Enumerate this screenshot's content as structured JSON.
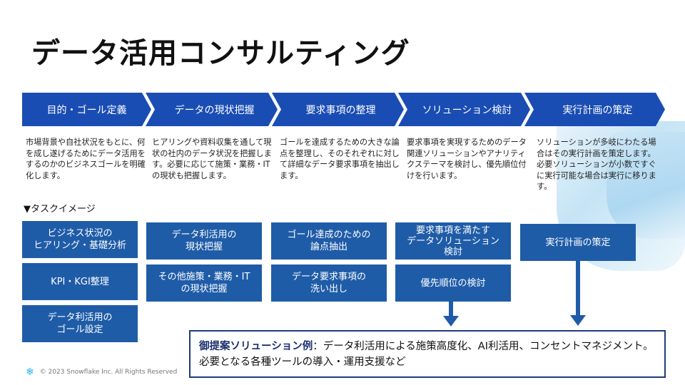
{
  "title": "データ活用コンサルティング",
  "steps": [
    {
      "label": "目的・ゴール定義",
      "description": "市場背景や自社状況をもとに、何を成し遂げるためにデータ活用をするのかのビジネスゴールを明確化します。"
    },
    {
      "label": "データの現状把握",
      "description": "ヒアリングや資料収集を通して現状の社内のデータ状況を把握します。必要に応じて施策・業務・ITの現状も把握します。"
    },
    {
      "label": "要求事項の整理",
      "description": "ゴールを達成するための大きな論点を整理し、そのそれぞれに対して詳細なデータ要求事項を抽出します。"
    },
    {
      "label": "ソリューション検討",
      "description": "要求事項を実現するためのデータ関連ソリューションやアナリティクステーマを検討し、優先順位付けを行います。"
    },
    {
      "label": "実行計画の策定",
      "description": "ソリューションが多岐にわたる場合はその実行計画を策定します。必要ソリューションが小数ですぐに実行可能な場合は実行に移ります。"
    }
  ],
  "task_header": "▼タスクイメージ",
  "tasks": {
    "col1": [
      "ビジネス状況の\nヒアリング・基礎分析",
      "KPI・KGI整理",
      "データ利活用の\nゴール設定"
    ],
    "col2": [
      "データ利活用の\n現状把握",
      "その他施策・業務・IT\nの現状把握"
    ],
    "col3": [
      "ゴール達成のための\n論点抽出",
      "データ要求事項の\n洗い出し"
    ],
    "col4": [
      "要求事項を満たす\nデータソリューション\n検討",
      "優先順位の検討"
    ],
    "col5": [
      "実行計画の策定"
    ]
  },
  "solution": {
    "label": "御提案ソリューション例",
    "separator": "：",
    "text": "データ利活用による施策高度化、AI利活用、コンセントマネジメント。必要となる各種ツールの導入・運用支援など"
  },
  "footer": {
    "text": "© 2023 Snowflake Inc. All Rights Reserved",
    "logo_icon": "snowflake-icon"
  },
  "colors": {
    "chevron": "#1a4db3",
    "task_box": "#1f5ca8",
    "arrow": "#1f5ca8",
    "solution_border": "#1f3b7a"
  }
}
